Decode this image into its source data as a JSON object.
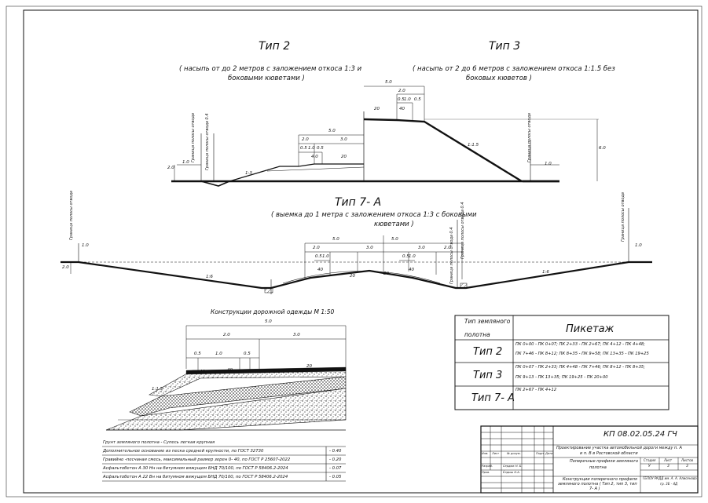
{
  "drawing": {
    "type2": {
      "title": "Тип  2",
      "subtitle_line1": "( насыпь от до  2 метров с заложением откоса  1:3 и",
      "subtitle_line2": "боковыми кюветами )",
      "dims": [
        "5.0",
        "2.0",
        "3.0",
        "0.5",
        "1.0",
        "0.5",
        "2.0",
        "1.0",
        "1:3"
      ],
      "slopes": [
        "4.0",
        "20"
      ],
      "vertical_labels": [
        "Граница полосы отвода",
        "Граница полосы отвода 0.4"
      ]
    },
    "type3": {
      "title": "Тип  3",
      "subtitle_line1": "( насыпь от  2 до  6 метров с заложением откоса  1:1.5  без",
      "subtitle_line2": "боковых кюветов )",
      "dims": [
        "5.0",
        "2.0",
        "0.5",
        "1.0",
        "0.5",
        "6.0",
        "1.0",
        "1:1.5"
      ],
      "slopes": [
        "40",
        "20"
      ],
      "vertical_labels": [
        "Граница полосы отвода"
      ]
    },
    "type7a": {
      "title": "Тип  7- А",
      "subtitle_line1": "( выемка до  1 метра с заложением откоса  1:3 с боковыми",
      "subtitle_line2": "кюветами )",
      "dims": [
        "5.0",
        "5.0",
        "2.0",
        "2.0",
        "3.0",
        "3.0",
        "1.0",
        "1.0",
        "1:6",
        "1:6",
        "0.5",
        "0.5",
        "1.0",
        "1.0",
        "2.0"
      ],
      "slopes": [
        "40",
        "40",
        "20",
        "20"
      ],
      "vertical_labels": [
        "Граница полосы отвода",
        "Граница полосы отвода",
        "Граница полосы отвода 0.4",
        "Граница полосы отвода 0.4"
      ]
    },
    "pavement": {
      "title": "Конструкции дорожной одежды  М  1:50",
      "dims": [
        "5.0",
        "2.0",
        "3.0",
        "0.5",
        "1.0",
        "0.5"
      ],
      "slopes": [
        "40",
        "40",
        "20",
        "1:1.5"
      ],
      "layers": [
        {
          "text": "Дополнительное основание из песка средней крупности,  по ГОСТ  32730",
          "value": "- 0.40"
        },
        {
          "text": "Гравийно -песчаная смесь, максимальный размер зерен  0- 40,  по ГОСТ  Р  25607-2022",
          "value": "- 0.20"
        },
        {
          "text": "Асфальтобетон  А 30 Нн на битумном вяжущем  БНД  70/100,  по ГОСТ  Р 58406.2-2024",
          "value": "- 0.07"
        },
        {
          "text": "Асфальтобетон  А 22 Вн на битумном вяжущем  БНД  70/100,  по ГОСТ  Р 58406.2-2024",
          "value": "- 0.05"
        }
      ],
      "soil": "Грунт земляного полотна  -  Супесь легкая крупная"
    }
  },
  "picket_table": {
    "header_left_line1": "Тип  земляного",
    "header_left_line2": "полотна",
    "header_right": "Пикетаж",
    "rows": [
      {
        "type": "Тип  2",
        "line1": "ПК 0+00 - ПК 0+07;  ПК 2+33 - ПК 2+67;  ПК 4+12 - ПК 4+48;",
        "line2": "ПК 7+46 - ПК 8+12;  ПК 8+35 - ПК 9+58;  ПК 13+35  -  ПК 19+25"
      },
      {
        "type": "Тип  3",
        "line1": "ПК 0+07 - ПК 2+33; ПК 4+48 - ПК 7+46;  ПК 8+12 - ПК 8+35;",
        "line2": "ПК 9+13 - ПК 13+35;   ПК 19+25 - ПК 20+00"
      },
      {
        "type": "Тип  7- А",
        "line1": "ПК 2+67 - ПК 4+12",
        "line2": ""
      }
    ]
  },
  "stamp": {
    "code": "КП  08.02.05.24  ГЧ",
    "project_line1": "Проектирование участка автомобильной дороги между п.  А",
    "project_line2": "и п.  В  в Ростовской области",
    "sheet_title_line1": "Поперечные профили земляного",
    "sheet_title_line2": "полотна",
    "drawing_title_line1": "Конструкции поперечного профиля",
    "drawing_title_line2": "земляного полотна  ( Тип  2,  тип  3,  тип",
    "drawing_title_line3": "7- А )",
    "col_headers": [
      "Изм.",
      "Лист",
      "№ докум.",
      "Подп.",
      "Дата"
    ],
    "stage_headers": [
      "Стадия",
      "Лист",
      "Листов"
    ],
    "stage_values": [
      "У",
      "3",
      "3"
    ],
    "roles": [
      {
        "role": "Разраб.",
        "name": "Сердюк Н. Б."
      },
      {
        "role": "Пров.",
        "name": "Ёлдыш О.А."
      }
    ],
    "org_line1": "ГБПОУ РКДД им.  А. А. Алисенова",
    "org_line2": "гр. 3Б - 4Д"
  }
}
